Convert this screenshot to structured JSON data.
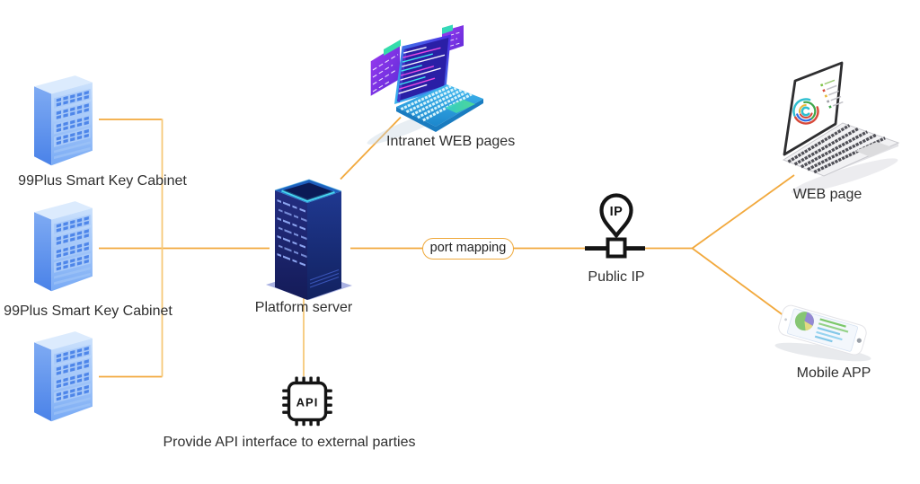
{
  "labels": {
    "cabinet_top": "99Plus Smart Key Cabinet",
    "cabinet_middle": "99Plus Smart Key Cabinet",
    "platform_server": "Platform server",
    "intranet_web_pages": "Intranet WEB pages",
    "port_mapping": "port mapping",
    "public_ip": "Public IP",
    "web_page": "WEB page",
    "mobile_app": "Mobile APP",
    "api_caption": "Provide API interface to external parties",
    "ip_pin_text": "IP",
    "api_chip_text": "API"
  },
  "colors": {
    "connector": "#f2a93d",
    "connector_light": "#f6c878",
    "pill_border": "#efa93c",
    "cabinet_blue": "#4e86e9",
    "server_navy": "#1b2470",
    "accent_cyan": "#4adaf2",
    "label_text": "#2f2f2f",
    "icon_black": "#141414"
  },
  "edges": [
    {
      "from": "cabinet-top",
      "to": "platform-server"
    },
    {
      "from": "cabinet-middle",
      "to": "platform-server"
    },
    {
      "from": "cabinet-bottom",
      "to": "platform-server"
    },
    {
      "from": "platform-server",
      "to": "intranet-web-pages"
    },
    {
      "from": "platform-server",
      "to": "public-ip",
      "label": "port mapping"
    },
    {
      "from": "platform-server",
      "to": "api-interface"
    },
    {
      "from": "public-ip",
      "to": "web-page"
    },
    {
      "from": "public-ip",
      "to": "mobile-app"
    }
  ]
}
